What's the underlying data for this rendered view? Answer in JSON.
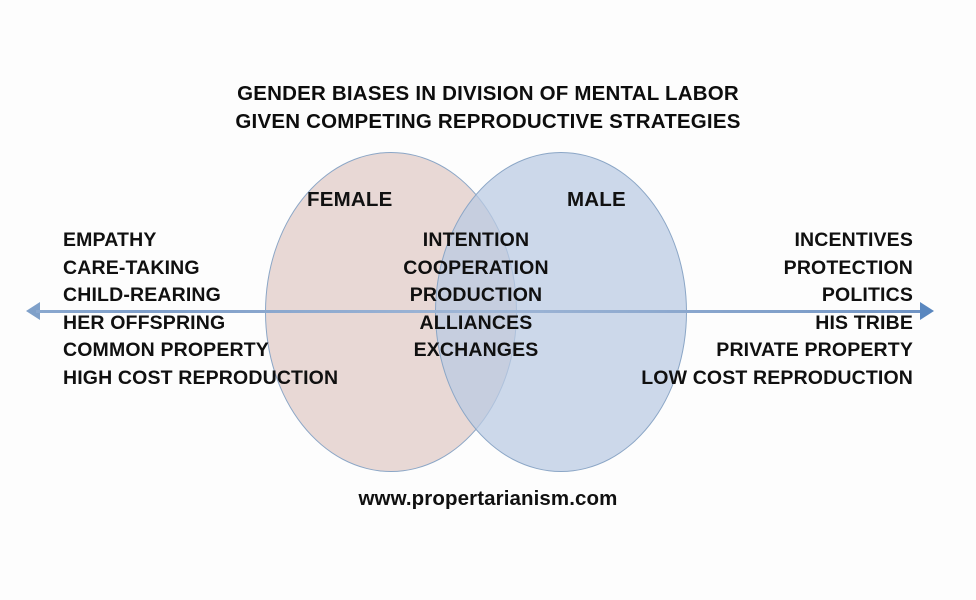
{
  "title": {
    "line1": "GENDER BIASES IN DIVISION OF MENTAL LABOR",
    "line2": "GIVEN COMPETING REPRODUCTIVE STRATEGIES"
  },
  "venn": {
    "left_set_label": "FEMALE",
    "right_set_label": "MALE",
    "left_fill_color": "#e2cecb",
    "right_fill_color": "#bacae3",
    "intersection_color": "#c3c9d8",
    "outline_color": "#8ba6c6"
  },
  "axis": {
    "color": "#7fa0c9",
    "left_arrow_icon": "arrow-left-icon",
    "right_arrow_icon": "arrow-right-icon"
  },
  "left_terms": [
    "EMPATHY",
    "CARE-TAKING",
    "CHILD-REARING",
    "HER OFFSPRING",
    "COMMON PROPERTY",
    "HIGH COST REPRODUCTION"
  ],
  "center_terms": [
    "INTENTION",
    "COOPERATION",
    "PRODUCTION",
    "ALLIANCES",
    "EXCHANGES"
  ],
  "right_terms": [
    "INCENTIVES",
    "PROTECTION",
    "POLITICS",
    "HIS TRIBE",
    "PRIVATE PROPERTY",
    "LOW COST REPRODUCTION"
  ],
  "footer": {
    "url": "www.propertarianism.com"
  },
  "chart_data": {
    "type": "venn",
    "title": "GENDER BIASES IN DIVISION OF MENTAL LABOR GIVEN COMPETING REPRODUCTIVE STRATEGIES",
    "sets": [
      {
        "name": "FEMALE",
        "fill": "#e2cecb",
        "exclusive_items": [
          "EMPATHY",
          "CARE-TAKING",
          "CHILD-REARING",
          "HER OFFSPRING",
          "COMMON PROPERTY",
          "HIGH COST REPRODUCTION"
        ]
      },
      {
        "name": "MALE",
        "fill": "#bacae3",
        "exclusive_items": [
          "INCENTIVES",
          "PROTECTION",
          "POLITICS",
          "HIS TRIBE",
          "PRIVATE PROPERTY",
          "LOW COST REPRODUCTION"
        ]
      }
    ],
    "intersection": {
      "name": "FEMALE ∩ MALE",
      "fill": "#c3c9d8",
      "items": [
        "INTENTION",
        "COOPERATION",
        "PRODUCTION",
        "ALLIANCES",
        "EXCHANGES"
      ]
    },
    "axis": {
      "type": "double-headed-horizontal",
      "left_pole": "FEMALE",
      "right_pole": "MALE"
    },
    "legend": "none",
    "grid": false,
    "source_label": "www.propertarianism.com"
  }
}
